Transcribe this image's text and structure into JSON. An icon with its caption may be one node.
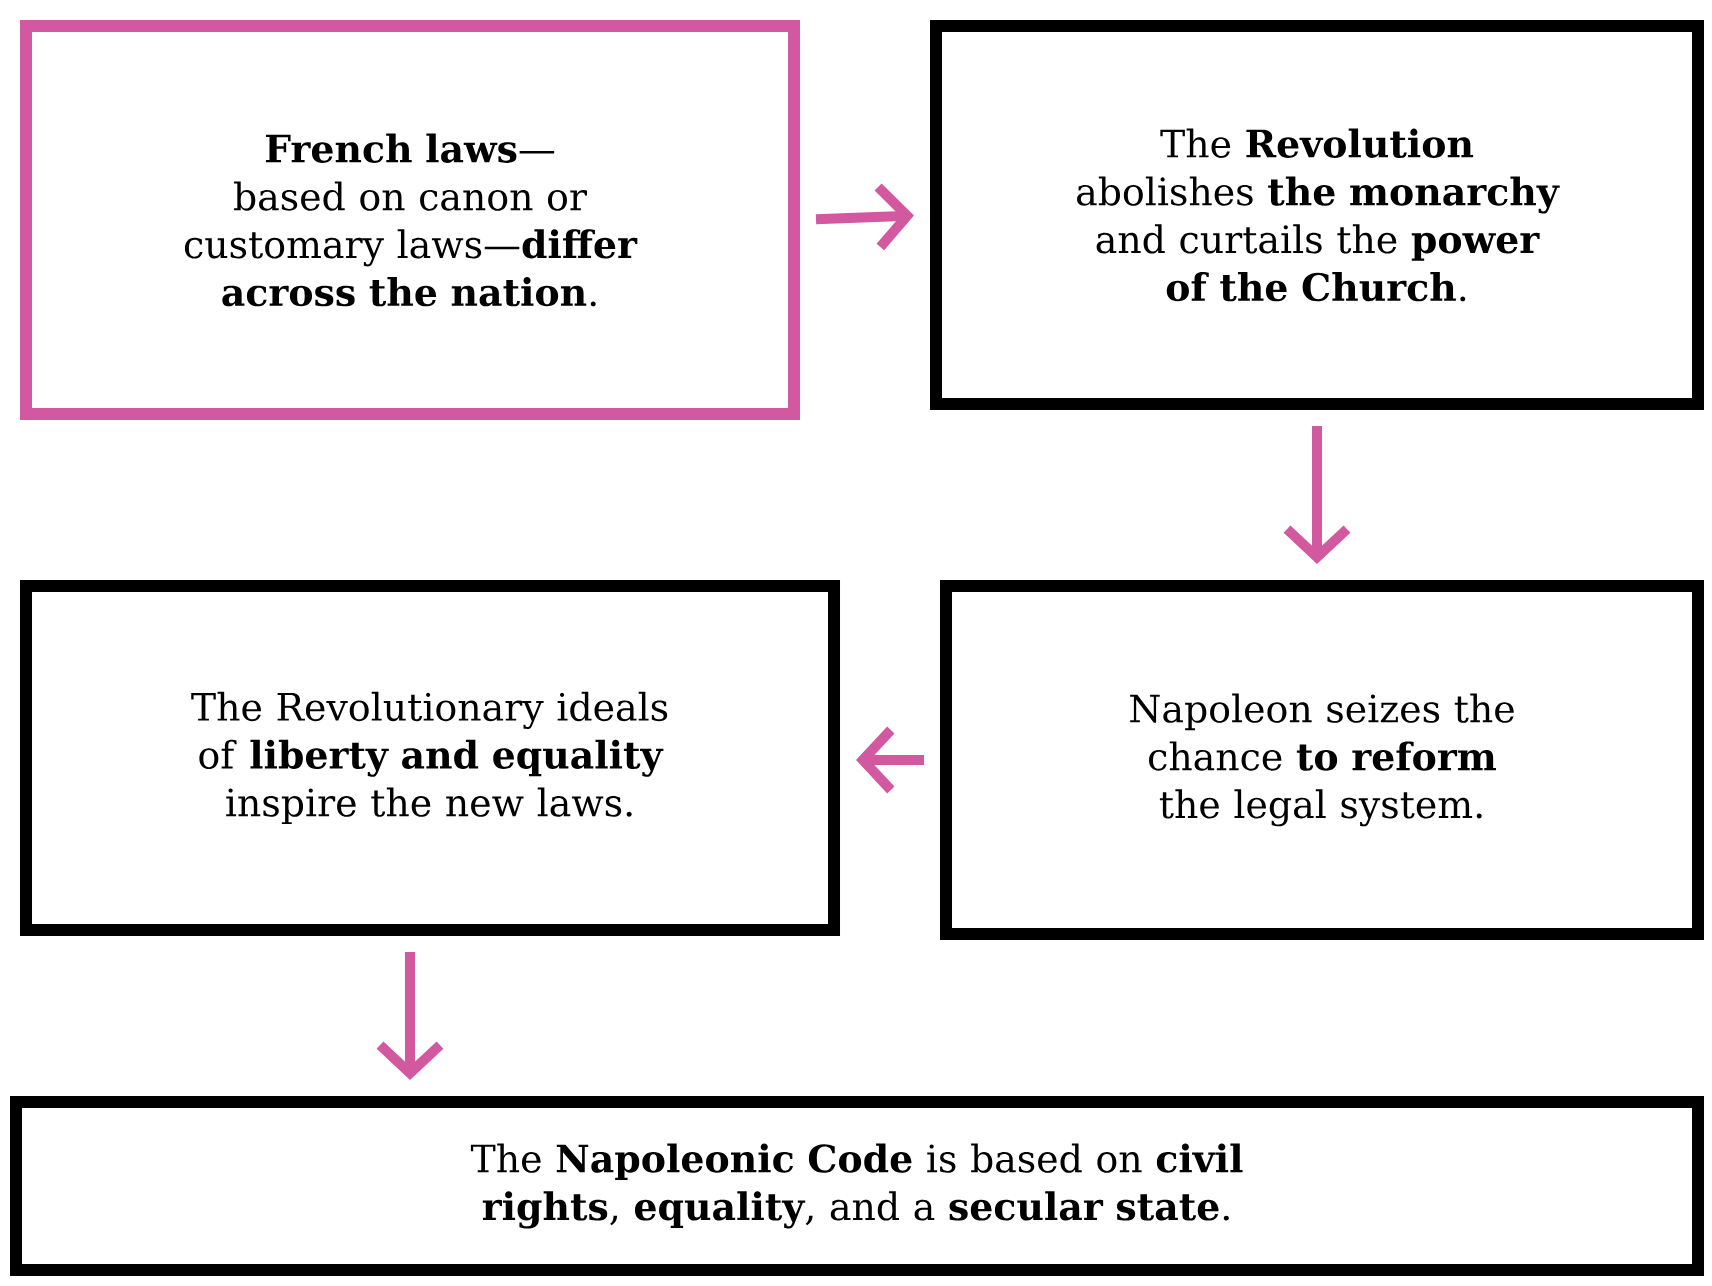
{
  "diagram": {
    "nodes": [
      {
        "text": [
          "**French laws**—based on canon or customary laws—**differ across the nation**."
        ]
      },
      {
        "text": [
          "The **Revolution** abolishes **the monarchy** and curtails the **power of the Church**."
        ]
      },
      {
        "text": [
          "The Revolutionary ideals of **liberty and equality** inspire the new laws."
        ]
      },
      {
        "text": [
          "Napoleon seizes the chance **to reform** the legal system."
        ]
      },
      {
        "text": [
          "The **Napoleonic Code** is based on **civil rights**, **equality**, and a **secular state**."
        ]
      }
    ],
    "edges": [
      {
        "from": 0,
        "to": 1,
        "arrow": "to"
      },
      {
        "from": 1,
        "to": 3,
        "arrow": "to"
      },
      {
        "from": 3,
        "to": 2,
        "arrow": "to"
      },
      {
        "from": 2,
        "to": 4,
        "arrow": "to"
      }
    ]
  }
}
